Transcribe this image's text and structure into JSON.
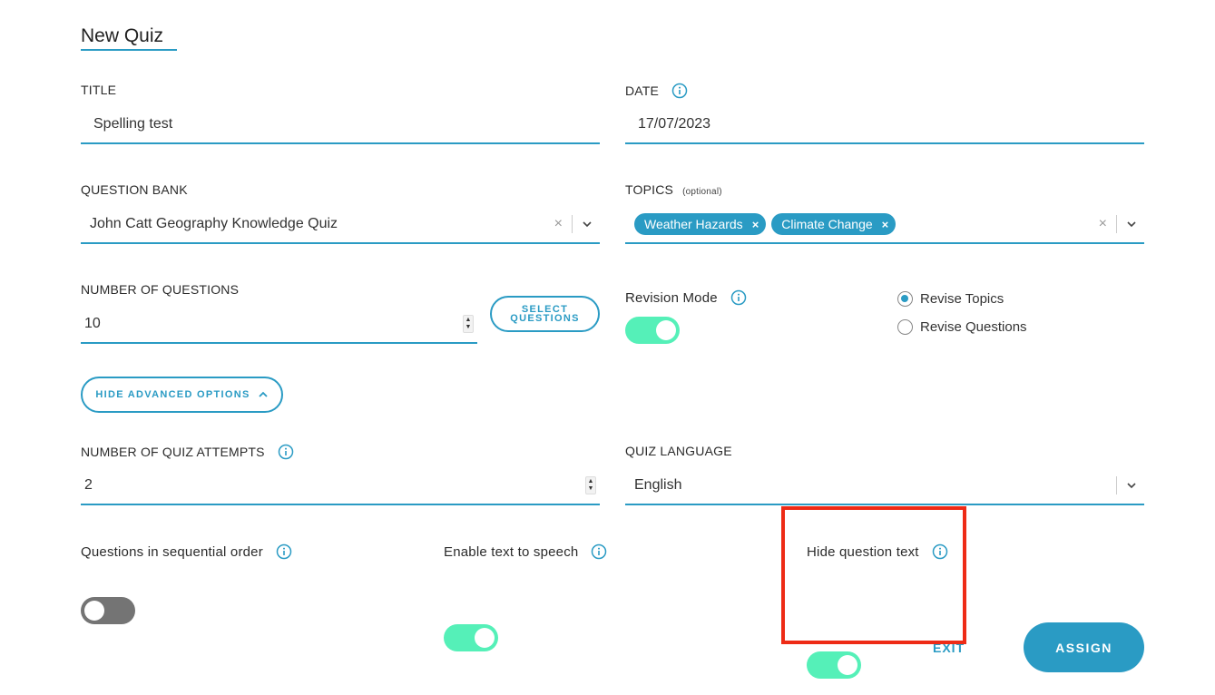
{
  "page": {
    "title": "New Quiz"
  },
  "title_field": {
    "label": "TITLE",
    "value": "Spelling test"
  },
  "date_field": {
    "label": "DATE",
    "value": "17/07/2023"
  },
  "question_bank": {
    "label": "QUESTION BANK",
    "value": "John Catt Geography Knowledge Quiz",
    "clear": "×"
  },
  "topics": {
    "label": "TOPICS",
    "optional": "(optional)",
    "chips": [
      "Weather Hazards",
      "Climate Change"
    ],
    "chip_remove": "×",
    "clear": "×"
  },
  "num_questions": {
    "label": "NUMBER OF QUESTIONS",
    "value": "10",
    "select_button": "SELECT QUESTIONS"
  },
  "revision_mode": {
    "label": "Revision Mode",
    "enabled": true,
    "options": [
      "Revise Topics",
      "Revise Questions"
    ],
    "selected": "Revise Topics"
  },
  "advanced_toggle": {
    "label": "HIDE ADVANCED OPTIONS"
  },
  "attempts": {
    "label": "NUMBER OF QUIZ ATTEMPTS",
    "value": "2"
  },
  "language": {
    "label": "QUIZ LANGUAGE",
    "value": "English"
  },
  "toggles": {
    "sequential": {
      "label": "Questions in sequential order",
      "enabled": false
    },
    "tts": {
      "label": "Enable text to speech",
      "enabled": true
    },
    "hide_text": {
      "label": "Hide question text",
      "enabled": true
    }
  },
  "footer": {
    "exit": "EXIT",
    "assign": "ASSIGN"
  },
  "colors": {
    "accent": "#2a9bc4",
    "toggle_on": "#55f0b8",
    "toggle_off": "#747474",
    "highlight": "#ee2b16"
  }
}
